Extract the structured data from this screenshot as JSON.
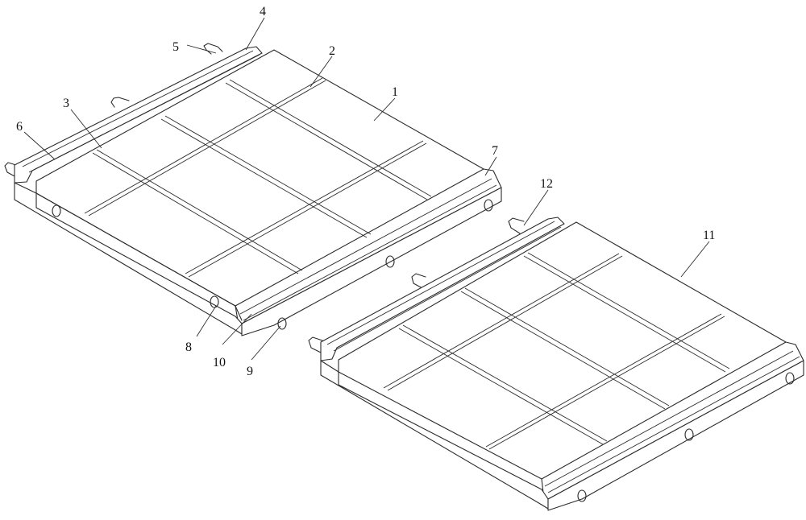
{
  "labels": {
    "n1": "1",
    "n2": "2",
    "n3": "3",
    "n4": "4",
    "n5": "5",
    "n6": "6",
    "n7": "7",
    "n8": "8",
    "n9": "9",
    "n10": "10",
    "n11": "11",
    "n12": "12"
  }
}
